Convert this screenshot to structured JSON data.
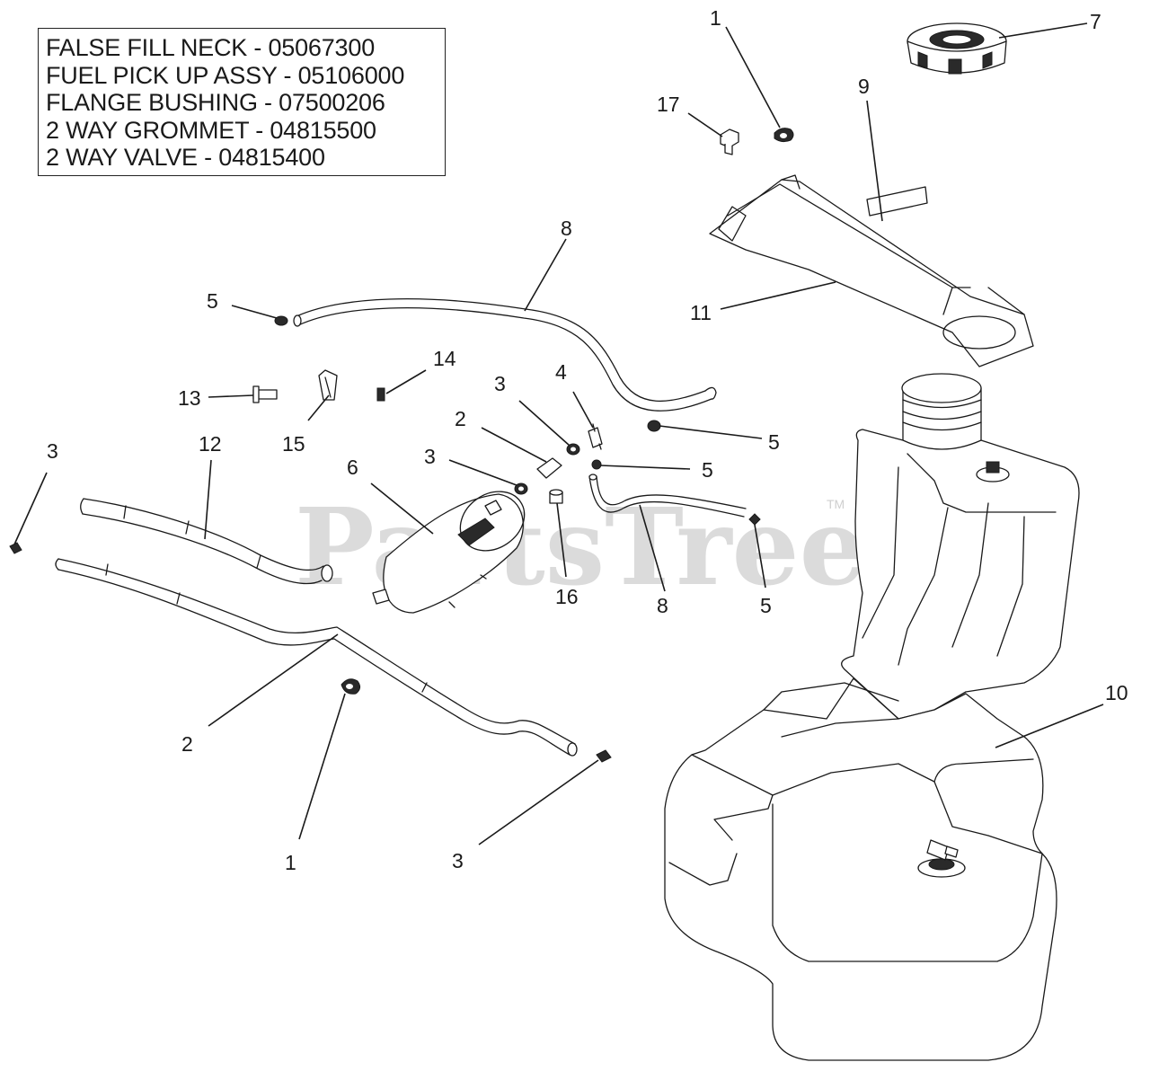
{
  "legend": {
    "lines": [
      "FALSE FILL NECK - 05067300",
      "FUEL PICK UP ASSY - 05106000",
      "FLANGE BUSHING - 07500206",
      "2 WAY GROMMET - 04815500",
      "2 WAY VALVE - 04815400"
    ]
  },
  "watermark": {
    "text": "PartsTree",
    "tm": "TM"
  },
  "callouts": [
    {
      "id": "c-1-top",
      "label": "1"
    },
    {
      "id": "c-7",
      "label": "7"
    },
    {
      "id": "c-17",
      "label": "17"
    },
    {
      "id": "c-9",
      "label": "9"
    },
    {
      "id": "c-8-top",
      "label": "8"
    },
    {
      "id": "c-5-a",
      "label": "5"
    },
    {
      "id": "c-11",
      "label": "11"
    },
    {
      "id": "c-14",
      "label": "14"
    },
    {
      "id": "c-13",
      "label": "13"
    },
    {
      "id": "c-15",
      "label": "15"
    },
    {
      "id": "c-3-a",
      "label": "3"
    },
    {
      "id": "c-4",
      "label": "4"
    },
    {
      "id": "c-2-a",
      "label": "2"
    },
    {
      "id": "c-5-b",
      "label": "5"
    },
    {
      "id": "c-3-left",
      "label": "3"
    },
    {
      "id": "c-12",
      "label": "12"
    },
    {
      "id": "c-3-b",
      "label": "3"
    },
    {
      "id": "c-5-c",
      "label": "5"
    },
    {
      "id": "c-6",
      "label": "6"
    },
    {
      "id": "c-16",
      "label": "16"
    },
    {
      "id": "c-8-mid",
      "label": "8"
    },
    {
      "id": "c-5-d",
      "label": "5"
    },
    {
      "id": "c-10",
      "label": "10"
    },
    {
      "id": "c-2-b",
      "label": "2"
    },
    {
      "id": "c-1-bottom",
      "label": "1"
    },
    {
      "id": "c-3-bottom",
      "label": "3"
    }
  ]
}
